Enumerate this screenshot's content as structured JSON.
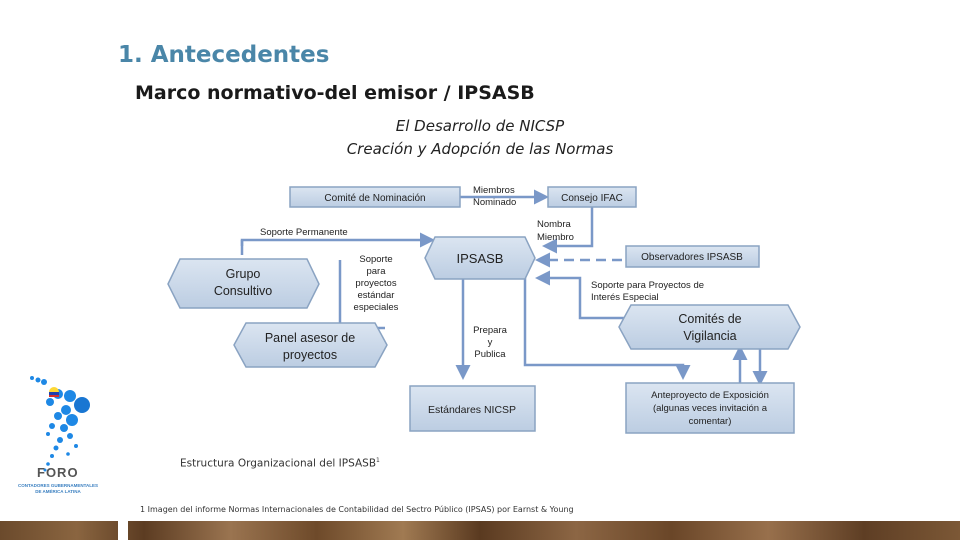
{
  "header": {
    "title": "1. Antecedentes",
    "subtitle": "Marco normativo-del emisor / IPSASB",
    "caption_line1": "El Desarrollo de NICSP",
    "caption_line2": "Creación y Adopción de las Normas"
  },
  "diagram": {
    "comite_nominacion": "Comité de Nominación",
    "consejo_ifac": "Consejo IFAC",
    "miembros_nominado_1": "Miembros",
    "miembros_nominado_2": "Nominado",
    "nombra_miembro_1": "Nombra",
    "nombra_miembro_2": "Miembro",
    "soporte_permanente": "Soporte Permanente",
    "ipsasb": "IPSASB",
    "observadores": "Observadores IPSASB",
    "grupo_1": "Grupo",
    "grupo_2": "Consultivo",
    "soporte_proy_1": "Soporte",
    "soporte_proy_2": "para",
    "soporte_proy_3": "proyectos",
    "soporte_proy_4": "estándar",
    "soporte_proy_5": "especiales",
    "soporte_interes_1": "Soporte para Proyectos de",
    "soporte_interes_2": "Interés Especial",
    "comites_1": "Comités de",
    "comites_2": "Vigilancia",
    "panel_1": "Panel asesor de",
    "panel_2": "proyectos",
    "prepara_1": "Prepara",
    "prepara_2": "y",
    "prepara_3": "Publica",
    "estandares": "Estándares NICSP",
    "anteproyecto_1": "Anteproyecto de Exposición",
    "anteproyecto_2": "(algunas veces invitación a",
    "anteproyecto_3": "comentar)"
  },
  "structure_caption": "Estructura Organizacional del IPSASB",
  "structure_caption_sup": "1",
  "footnote": "1 Imagen del informe Normas Internacionales de Contabilidad del Sectro Público (IPSAS) por Earnst & Young",
  "logo": {
    "name": "FORO",
    "subtitle_1": "CONTADORES GUBERNAMENTALES",
    "subtitle_2": "DE AMÉRICA LATINA"
  },
  "colors": {
    "title": "#4a86a8",
    "box_fill": "#c5d3e4",
    "box_stroke": "#8aa3c2",
    "arrow": "#7a98c8"
  }
}
